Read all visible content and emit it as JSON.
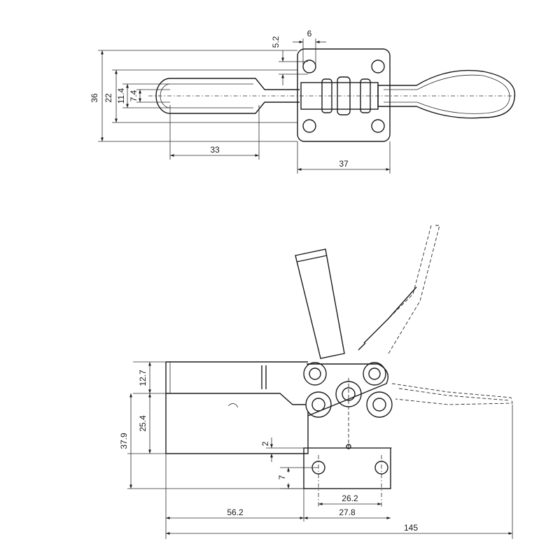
{
  "top_view": {
    "dims": {
      "d36": "36",
      "d22": "22",
      "d11_4": "11.4",
      "d7_4": "7.4",
      "d5_2": "5.2",
      "d6": "6",
      "d33": "33",
      "d37": "37"
    }
  },
  "side_view": {
    "dims": {
      "d12_7": "12.7",
      "d25_4": "25.4",
      "d37_9": "37.9",
      "d2": "2",
      "d7": "7",
      "d26_2": "26.2",
      "d27_8": "27.8",
      "d56_2": "56.2",
      "d145": "145"
    }
  },
  "colors": {
    "line": "#1a1a1a",
    "background": "#ffffff"
  }
}
